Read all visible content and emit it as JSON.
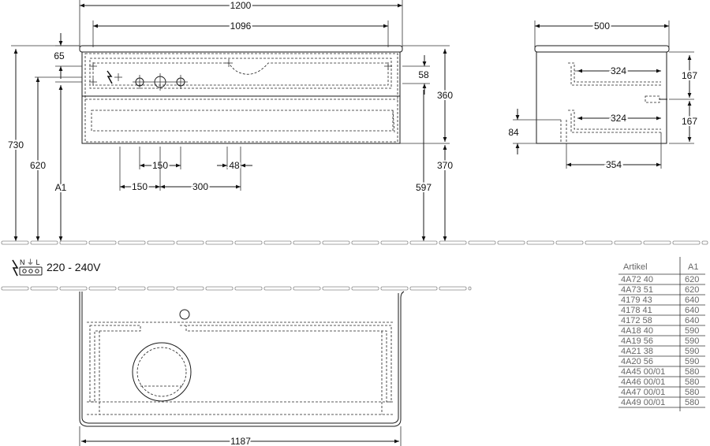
{
  "front_view": {
    "total_width": "1200",
    "inner_width": "1096",
    "top_offset": "65",
    "drawer_height": "58",
    "total_height": "360",
    "lower_offset": "370",
    "height_730": "730",
    "height_620": "620",
    "label_a1": "A1",
    "pipe_spacing_150": "150",
    "pipe_offset_48": "48",
    "bottom_150": "150",
    "bottom_300": "300",
    "right_597": "597"
  },
  "side_view": {
    "depth": "500",
    "drawer_depth_top": "324",
    "drawer_depth_bottom": "324",
    "drawer_height_top": "167",
    "drawer_height_bottom": "167",
    "offset_84": "84",
    "depth_354": "354"
  },
  "electrical": {
    "symbol_labels": "N ⏚ L",
    "voltage": "220 - 240V"
  },
  "top_view": {
    "bottom_width": "1187"
  },
  "table": {
    "headers": [
      "Artikel",
      "A1"
    ],
    "rows": [
      {
        "article": "4A72  40",
        "a1": "620"
      },
      {
        "article": "4A73  51",
        "a1": "620"
      },
      {
        "article": "4179  43",
        "a1": "640"
      },
      {
        "article": "4178  41",
        "a1": "640"
      },
      {
        "article": "4172  58",
        "a1": "640"
      },
      {
        "article": "4A18  40",
        "a1": "590"
      },
      {
        "article": "4A19  56",
        "a1": "590"
      },
      {
        "article": "4A21  38",
        "a1": "590"
      },
      {
        "article": "4A20  56",
        "a1": "590"
      },
      {
        "article": "4A45  00/01",
        "a1": "580"
      },
      {
        "article": "4A46  00/01",
        "a1": "580"
      },
      {
        "article": "4A47  00/01",
        "a1": "580"
      },
      {
        "article": "4A49  00/01",
        "a1": "580"
      }
    ]
  }
}
